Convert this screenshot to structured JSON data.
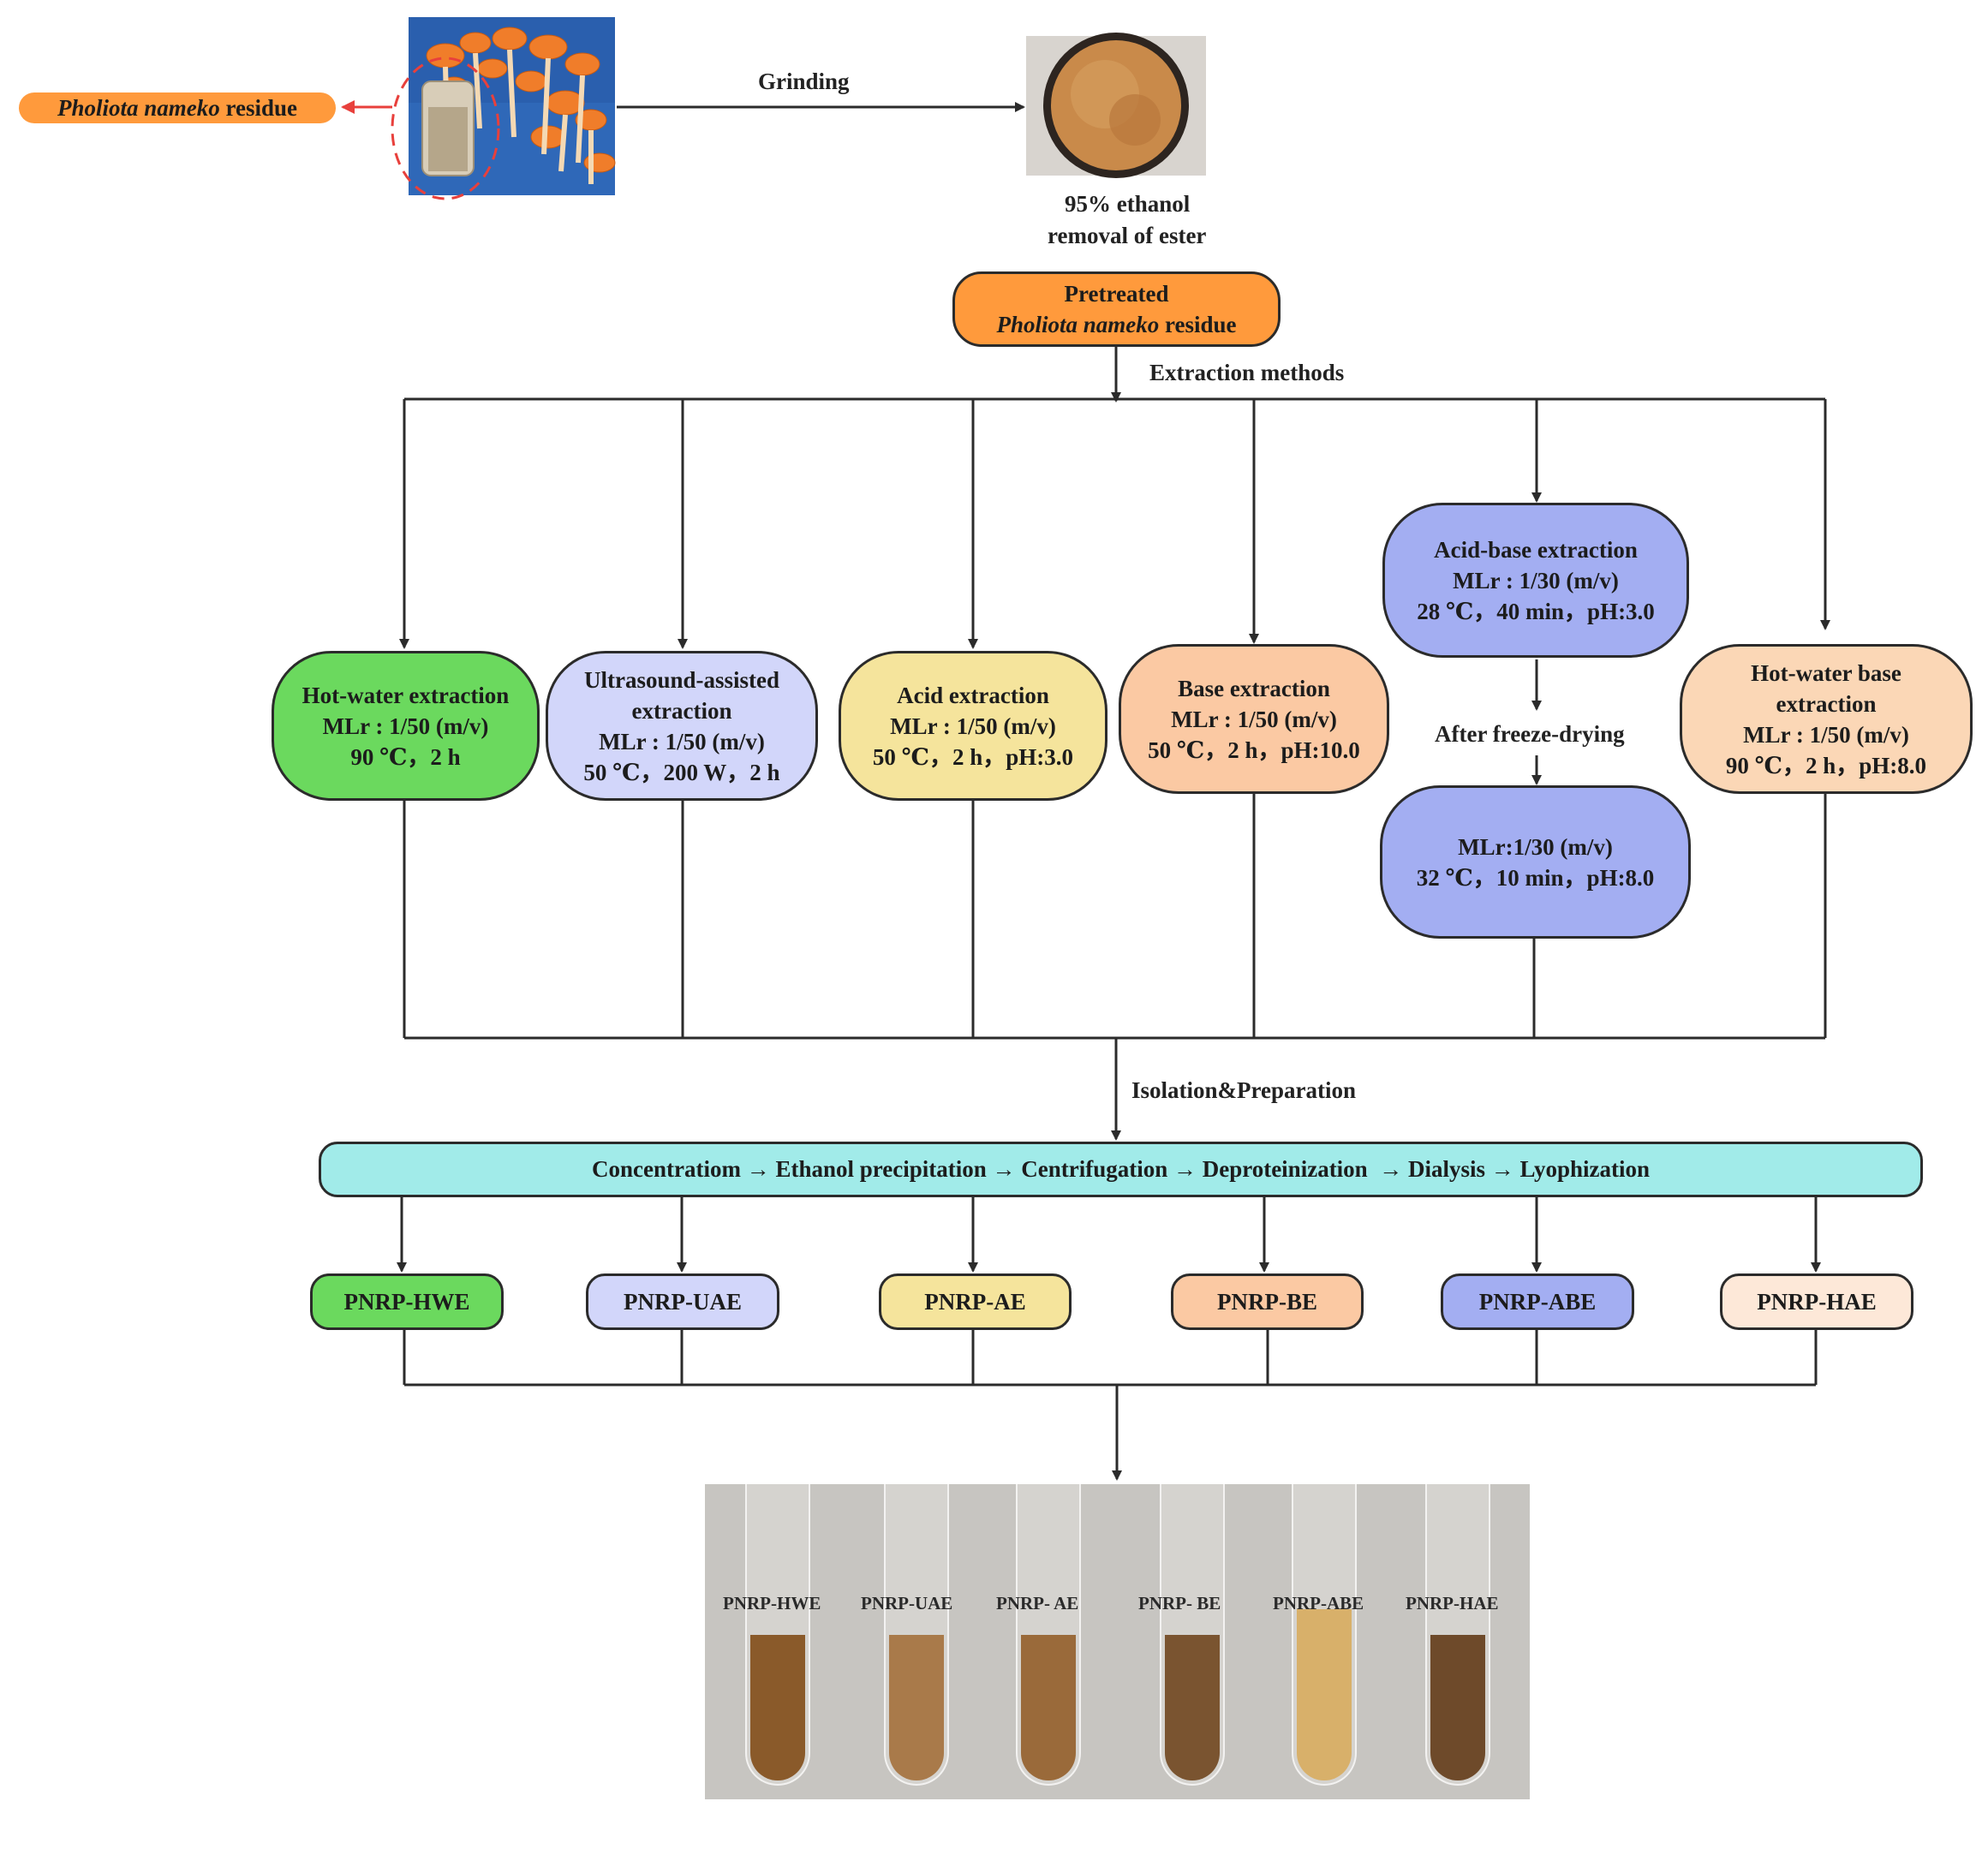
{
  "top": {
    "residue_label_italic": "Pholiota nameko",
    "residue_label_rest": " residue",
    "grinding_label": "Grinding",
    "ethanol_line1": "95% ethanol",
    "ethanol_line2": "removal of ester"
  },
  "pretreated": {
    "line1": "Pretreated",
    "line2_italic": "Pholiota nameko",
    "line2_rest": " residue"
  },
  "extraction_methods_label": "Extraction methods",
  "methods": [
    {
      "lines": [
        "Hot-water extraction",
        "MLr : 1/50 (m/v)",
        "90 ℃，2 h"
      ],
      "color": "#6bd95e"
    },
    {
      "lines": [
        "Ultrasound-assisted",
        "extraction",
        "MLr : 1/50 (m/v)",
        "50 ℃，200 W，2 h"
      ],
      "color": "#d2d6fa"
    },
    {
      "lines": [
        "Acid extraction",
        "MLr  : 1/50 (m/v)",
        "50 ℃，2 h，pH:3.0"
      ],
      "color": "#f5e49c"
    },
    {
      "lines": [
        "Base extraction",
        "MLr : 1/50 (m/v)",
        "50 ℃，2 h，pH:10.0"
      ],
      "color": "#fbc9a3"
    },
    {
      "lines": [
        "Acid-base extraction",
        "MLr : 1/30 (m/v)",
        "28 ℃，40 min，pH:3.0"
      ],
      "color": "#a3aef2"
    },
    {
      "lines": [
        "Hot-water base",
        "extraction",
        "MLr : 1/50 (m/v)",
        "90 ℃，2 h，pH:8.0"
      ],
      "color": "#fbd7b6"
    }
  ],
  "after_freeze_label": "After freeze-drying",
  "second_step": {
    "lines": [
      "MLr:1/30 (m/v)",
      "32 ℃，10 min，pH:8.0"
    ],
    "color": "#a3aef2"
  },
  "isolation_label": "Isolation&Preparation",
  "process_bar": {
    "text": "Concentratiom → Ethanol precipitation → Centrifugation → Deproteinization  → Dialysis → Lyophization",
    "color": "#a1ebe9"
  },
  "products": [
    {
      "label": "PNRP-HWE",
      "color": "#6bd95e"
    },
    {
      "label": "PNRP-UAE",
      "color": "#d2d6fa"
    },
    {
      "label": "PNRP-AE",
      "color": "#f5e49c"
    },
    {
      "label": "PNRP-BE",
      "color": "#fbc9a3"
    },
    {
      "label": "PNRP-ABE",
      "color": "#a3aef2"
    },
    {
      "label": "PNRP-HAE",
      "color": "#fde8d8"
    }
  ],
  "tubes": [
    "PNRP-HWE",
    "PNRP-UAE",
    "PNRP- AE",
    "PNRP- BE",
    "PNRP-ABE",
    "PNRP-HAE"
  ],
  "colors": {
    "orange": "#ff9a3c",
    "line": "#2b2b2b",
    "red_arrow": "#e8403c"
  }
}
